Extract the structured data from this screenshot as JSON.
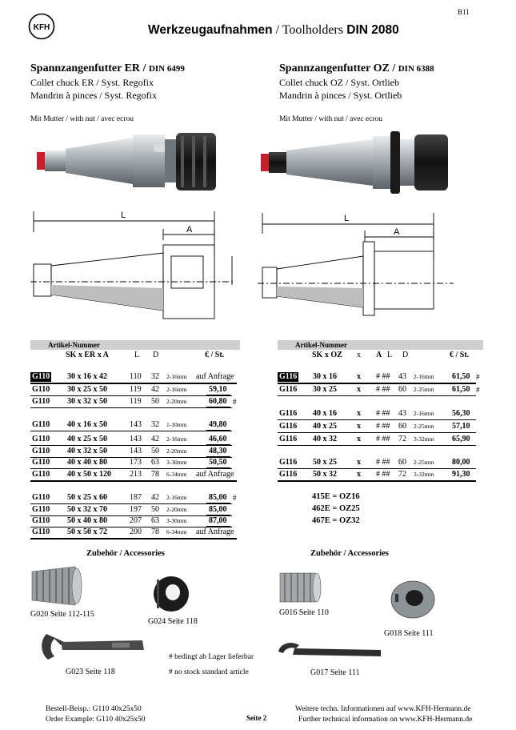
{
  "page_code": "B11",
  "header": {
    "title_bold": "Werkzeugaufnahmen",
    "title_sep": " / ",
    "title_thin": "Toolholders",
    "title_std": "DIN 2080"
  },
  "left_section": {
    "heading": "Spannzangenfutter ER /",
    "heading_std": "DIN 6499",
    "line2": "Collet chuck ER / Syst. Regofix",
    "line3": "Mandrin à pinces / Syst. Regofix",
    "note": "Mit Mutter / with nut / avec ecrou"
  },
  "right_section": {
    "heading": "Spannzangenfutter OZ /",
    "heading_std": "DIN 6388",
    "line2": "Collet chuck OZ / Syst. Ortlieb",
    "line3": "Mandrin à pinces / Syst. Ortlieb",
    "note": "Mit Mutter / with nut / avec ecrou"
  },
  "drawing_labels": {
    "L": "L",
    "A": "A"
  },
  "left_table": {
    "band": "Artikel-Nummer",
    "cols": {
      "spec": "SK x ER x A",
      "l": "L",
      "d": "D",
      "price": "€ / St."
    },
    "rows": [
      {
        "code": "G110",
        "spec": "30  x  16  x  42",
        "l": "110",
        "d": "32",
        "range": "2-16mm",
        "price": "auf Anfrage",
        "hash": ""
      },
      {
        "code": "G110",
        "spec": "30  x  25  x  50",
        "l": "119",
        "d": "42",
        "range": "2-16mm",
        "price": "59,10",
        "hash": ""
      },
      {
        "code": "G110",
        "spec": "30  x  32  x  50",
        "l": "119",
        "d": "50",
        "range": "2-20mm",
        "price": "60,80",
        "hash": "#"
      },
      {
        "code": "G110",
        "spec": "40  x  16  x  50",
        "l": "143",
        "d": "32",
        "range": "1-10mm",
        "price": "49,80",
        "hash": ""
      },
      {
        "code": "G110",
        "spec": "40  x  25  x  50",
        "l": "143",
        "d": "42",
        "range": "2-16mm",
        "price": "46,60",
        "hash": ""
      },
      {
        "code": "G110",
        "spec": "40  x  32  x  50",
        "l": "143",
        "d": "50",
        "range": "2-20mm",
        "price": "48,30",
        "hash": ""
      },
      {
        "code": "G110",
        "spec": "40  x  40  x  80",
        "l": "173",
        "d": "63",
        "range": "3-30mm",
        "price": "50,50",
        "hash": ""
      },
      {
        "code": "G110",
        "spec": "40  x  50  x 120",
        "l": "213",
        "d": "78",
        "range": "6-34mm",
        "price": "auf Anfrage",
        "hash": ""
      },
      {
        "code": "G110",
        "spec": "50  x  25  x  60",
        "l": "187",
        "d": "42",
        "range": "2-16mm",
        "price": "85,00",
        "hash": "#"
      },
      {
        "code": "G110",
        "spec": "50  x  32  x  70",
        "l": "197",
        "d": "50",
        "range": "2-20mm",
        "price": "85,00",
        "hash": ""
      },
      {
        "code": "G110",
        "spec": "50  x  40  x  80",
        "l": "207",
        "d": "63",
        "range": "3-30mm",
        "price": "87,00",
        "hash": ""
      },
      {
        "code": "G110",
        "spec": "50  x  50  x  72",
        "l": "200",
        "d": "78",
        "range": "6-34mm",
        "price": "auf Anfrage",
        "hash": ""
      }
    ]
  },
  "right_table": {
    "band": "Artikel-Nummer",
    "cols": {
      "spec": "SK x OZ",
      "x": "x",
      "a": "A",
      "l": "L",
      "d": "D",
      "price": "€ / St."
    },
    "rows": [
      {
        "code": "G116",
        "spec": "30  x  16",
        "x": "x",
        "a": "#  ##",
        "l": "43",
        "range": "2-16mm",
        "price": "61,50",
        "hash": "#"
      },
      {
        "code": "G116",
        "spec": "30  x  25",
        "x": "x",
        "a": "#  ##",
        "l": "60",
        "range": "2-25mm",
        "price": "61,50",
        "hash": "#"
      },
      {
        "code": "G116",
        "spec": "40  x  16",
        "x": "x",
        "a": "#  ##",
        "l": "43",
        "range": "2-16mm",
        "price": "56,30",
        "hash": ""
      },
      {
        "code": "G116",
        "spec": "40  x  25",
        "x": "x",
        "a": "#  ##",
        "l": "60",
        "range": "2-25mm",
        "price": "57,10",
        "hash": ""
      },
      {
        "code": "G116",
        "spec": "40  x  32",
        "x": "x",
        "a": "#  ##",
        "l": "72",
        "range": "3-32mm",
        "price": "65,90",
        "hash": ""
      },
      {
        "code": "G116",
        "spec": "50  x  25",
        "x": "x",
        "a": "#  ##",
        "l": "60",
        "range": "2-25mm",
        "price": "80,00",
        "hash": ""
      },
      {
        "code": "G116",
        "spec": "50  x  32",
        "x": "x",
        "a": "#  ##",
        "l": "72",
        "range": "3-32mm",
        "price": "91,30",
        "hash": ""
      }
    ],
    "mapping": [
      "415E = OZ16",
      "462E = OZ25",
      "467E = OZ32"
    ]
  },
  "accessories": {
    "left_title": "Zubehör / Accessories",
    "right_title": "Zubehör / Accessories",
    "g020": "G020 Seite 112-115",
    "g024": "G024 Seite 118",
    "g016": "G016 Seite 110",
    "g018": "G018 Seite 111",
    "g023": "G023 Seite 118",
    "g017": "G017 Seite 111",
    "note1": "# bedingt ab Lager lieferbar",
    "note2": "# no stock standard article"
  },
  "footer": {
    "order1": "Bestell-Beisp.: G110 40x25x50",
    "order2": "Order Example: G110 40x25x50",
    "page": "Seite 2",
    "info1": "Weitere  techn. Informationen auf www.KFH-Hermann.de",
    "info2": "Further technical information on www.KFH-Hermann.de"
  },
  "colors": {
    "band": "#cfcfcf",
    "red_tip": "#c8202a",
    "steel": "#9ea4a8"
  }
}
